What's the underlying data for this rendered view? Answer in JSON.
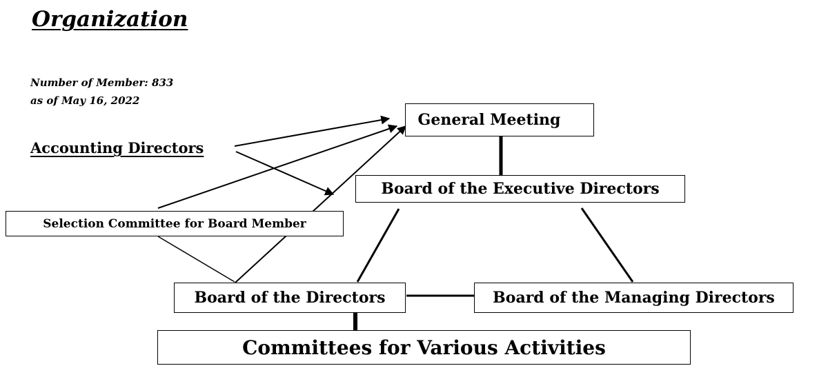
{
  "header": {
    "title": "Organization",
    "member_count_line": "Number of Member: 833",
    "as_of_line": "as of May 16, 2022"
  },
  "nodes": {
    "general_meeting": "General Meeting",
    "board_executive_directors": "Board of  the Executive Directors",
    "accounting_directors": "Accounting Directors",
    "selection_committee": "Selection Committee for Board Member",
    "board_directors": "Board of  the Directors",
    "board_managing_directors": "Board of the Managing Directors",
    "committees_various": "Committees for Various Activities"
  }
}
